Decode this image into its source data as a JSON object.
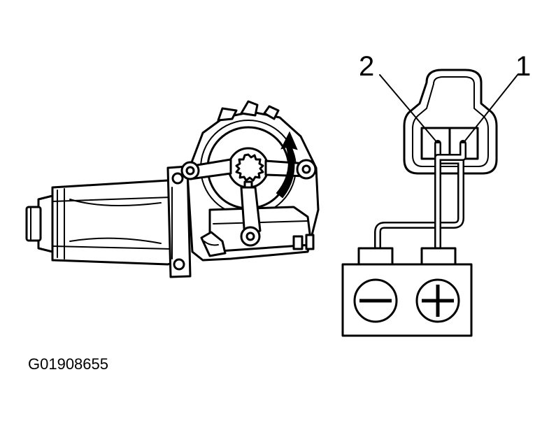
{
  "figure": {
    "id_label": "G01908655",
    "callouts": {
      "terminal_2": "2",
      "terminal_1": "1"
    }
  },
  "battery": {
    "negative_symbol": "minus-symbol",
    "positive_symbol": "plus-symbol"
  },
  "motor": {
    "rotation_indicator": "curved-arrow-icon"
  },
  "colors": {
    "ink": "#000000",
    "paper": "#ffffff"
  }
}
